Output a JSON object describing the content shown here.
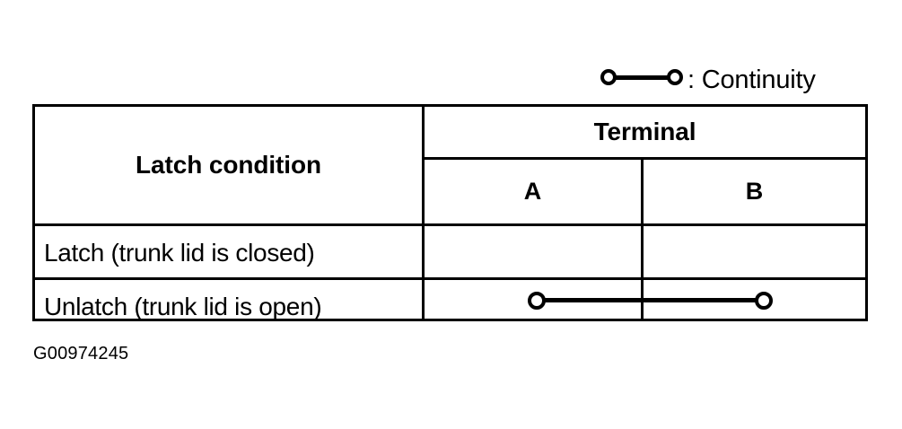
{
  "legend": {
    "symbol_name": "continuity-symbol",
    "label": ": Continuity"
  },
  "table": {
    "row_header_title": "Latch condition",
    "group_header": "Terminal",
    "terminal_columns": [
      "A",
      "B"
    ],
    "rows": [
      {
        "label": "Latch (trunk lid is closed)",
        "continuity": false
      },
      {
        "label": "Unlatch (trunk lid is open)",
        "continuity": true
      }
    ]
  },
  "caption": "G00974245",
  "colors": {
    "ink": "#000000",
    "background": "#ffffff"
  }
}
